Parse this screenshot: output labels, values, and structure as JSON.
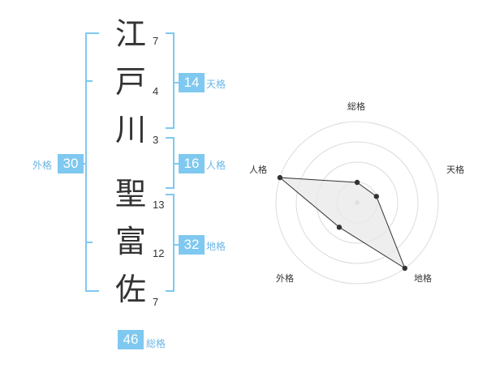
{
  "name": {
    "characters": [
      {
        "char": "江",
        "strokes": "7"
      },
      {
        "char": "戸",
        "strokes": "4"
      },
      {
        "char": "川",
        "strokes": "3"
      },
      {
        "char": "聖",
        "strokes": "13"
      },
      {
        "char": "富",
        "strokes": "12"
      },
      {
        "char": "佐",
        "strokes": "7"
      }
    ]
  },
  "grids": {
    "tenkaku": {
      "value": "14",
      "label": "天格"
    },
    "jinkaku": {
      "value": "16",
      "label": "人格"
    },
    "chikaku": {
      "value": "32",
      "label": "地格"
    },
    "gaikaku": {
      "value": "30",
      "label": "外格"
    },
    "soukaku": {
      "value": "46",
      "label": "総格"
    }
  },
  "colors": {
    "accent": "#7fc8f0",
    "accent_text": "#6ab6e6",
    "bracket": "#7fc8f0",
    "radar_ring": "#dcdcdc",
    "radar_fill": "#e8e8e8",
    "radar_point": "#333333"
  },
  "chart_data": {
    "type": "radar",
    "axes": [
      "総格",
      "天格",
      "地格",
      "外格",
      "人格"
    ],
    "values": [
      1,
      1,
      4,
      1.5,
      4
    ],
    "max": 4,
    "rings": 4
  }
}
